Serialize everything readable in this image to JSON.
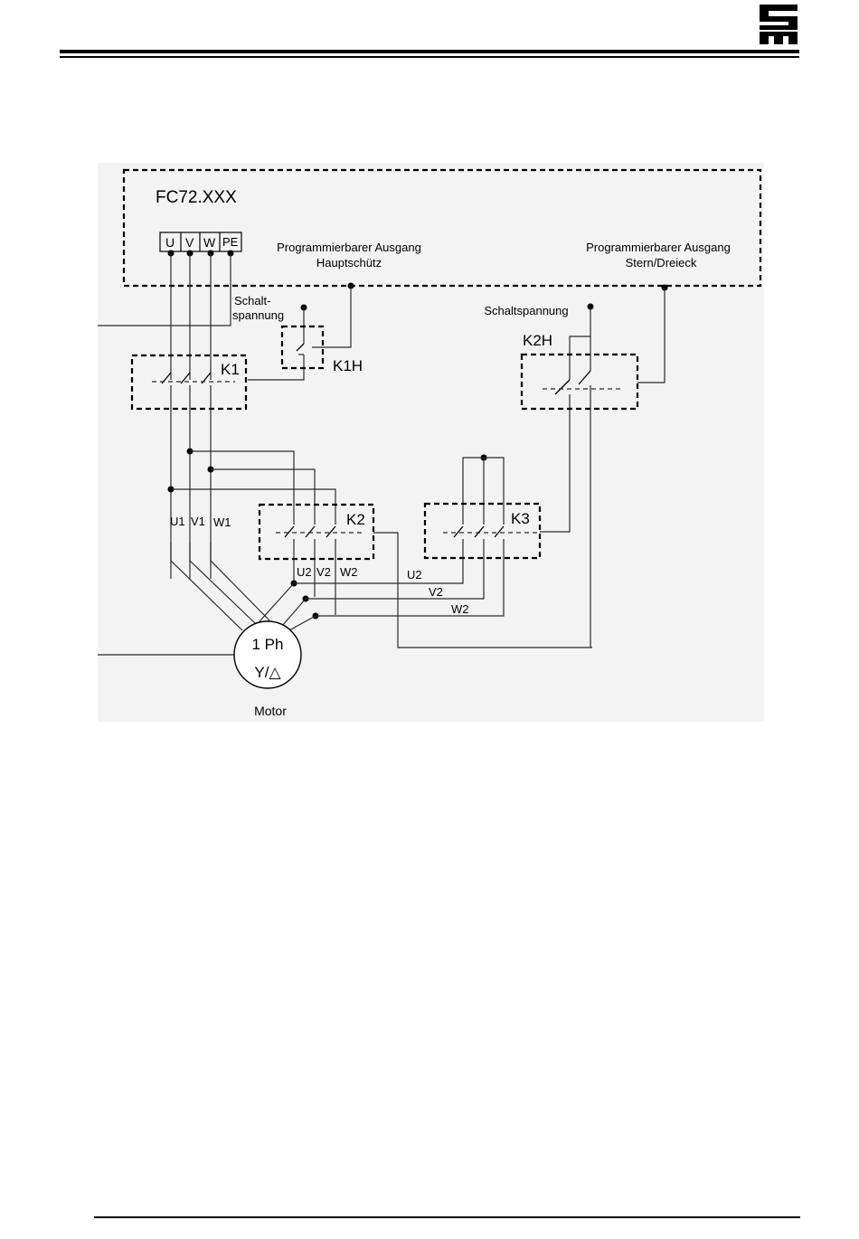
{
  "diagram": {
    "device_label": "FC72.XXX",
    "terminals": [
      "U",
      "V",
      "W",
      "PE"
    ],
    "output_main": {
      "line1": "Programmierbarer Ausgang",
      "line2": "Hauptschütz"
    },
    "output_stardelta": {
      "line1": "Programmierbarer Ausgang",
      "line2": "Stern/Dreieck"
    },
    "control_voltage_left": {
      "line1": "Schalt-",
      "line2": "spannung"
    },
    "control_voltage_right": "Schaltspannung",
    "contactors": {
      "k1": "K1",
      "k1h": "K1H",
      "k2h": "K2H",
      "k2": "K2",
      "k3": "K3"
    },
    "winding_labels": {
      "u1": "U1",
      "v1": "V1",
      "w1": "W1",
      "k2_u2": "U2",
      "k2_v2": "V2",
      "k2_w2": "W2",
      "bus_u2": "U2",
      "bus_v2": "V2",
      "bus_w2": "W2"
    },
    "motor": {
      "line1": "1 Ph",
      "line2": "Y/△",
      "caption": "Motor"
    }
  }
}
